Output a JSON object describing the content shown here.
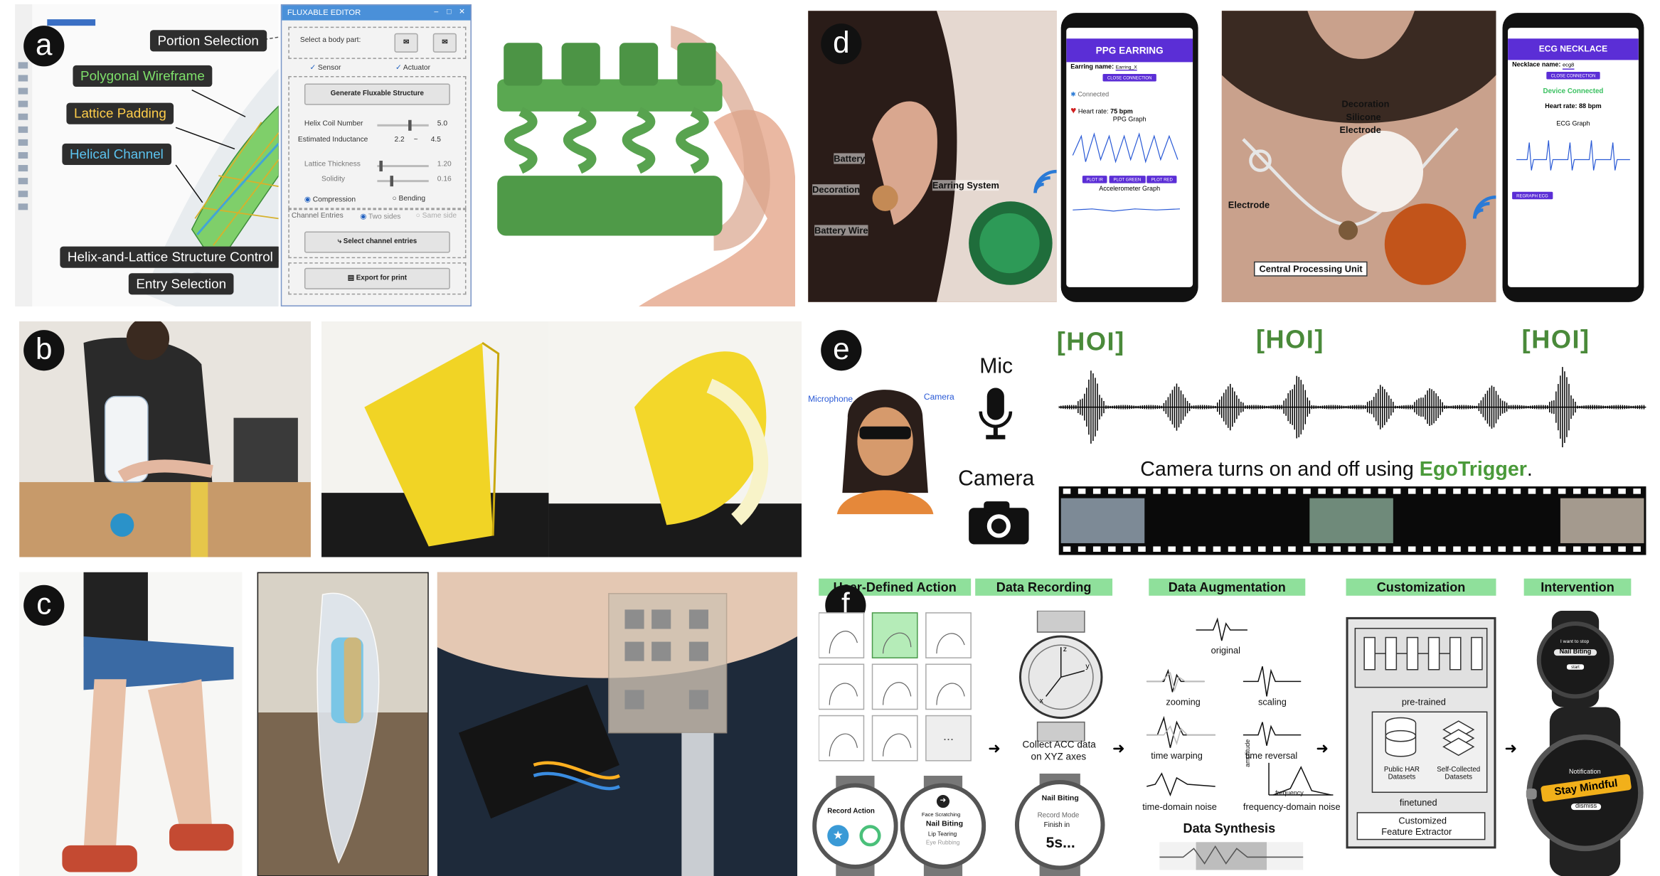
{
  "panels": {
    "a": {
      "badge": "a",
      "tags": {
        "portion": "Portion Selection",
        "wireframe": "Polygonal Wireframe",
        "lattice": "Lattice Padding",
        "helical": "Helical Channel",
        "helix_lattice": "Helix-and-Lattice Structure Control",
        "entry": "Entry Selection"
      },
      "editor": {
        "title": "FLUXABLE EDITOR",
        "select_body": "Select a body part:",
        "sensor": "Sensor",
        "actuator": "Actuator",
        "generate": "Generate Fluxable Structure",
        "coil_label": "Helix Coil Number",
        "coil_value": "5.0",
        "inductance_label": "Estimated Inductance",
        "inductance_low": "2.2",
        "inductance_sep": "~",
        "inductance_high": "4.5",
        "thickness_label": "Lattice Thickness",
        "thickness_value": "1.20",
        "solidity_label": "Solidity",
        "solidity_value": "0.16",
        "compression": "Compression",
        "bending": "Bending",
        "channel_entries": "Channel Entries",
        "two_sides": "Two sides",
        "same_side": "Same side",
        "select_channel": "Select channel entries",
        "export": "Export for print"
      }
    },
    "b": {
      "badge": "b"
    },
    "c": {
      "badge": "c"
    },
    "d": {
      "badge": "d",
      "labels": {
        "battery": "Battery",
        "decoration": "Decoration",
        "battery_wire": "Battery Wire",
        "earring_system": "Earring System",
        "decoration2": "Decoration",
        "silicone": "Silicone",
        "electrode": "Electrode",
        "electrode2": "Electrode",
        "cpu": "Central Processing Unit"
      },
      "phone1": {
        "header": "PPG EARRING",
        "name_label": "Earring name:",
        "name_value": "Earring_X",
        "close": "CLOSE CONNECTION",
        "connected": "Connected",
        "heart_label": "Heart rate:",
        "heart_value": "75 bpm",
        "ppg_graph": "PPG Graph",
        "btn1": "PLOT IR",
        "btn2": "PLOT GREEN",
        "btn3": "PLOT RED",
        "acc_graph": "Accelerometer Graph"
      },
      "phone2": {
        "header": "ECG NECKLACE",
        "name_label": "Necklace name:",
        "name_value": "ecg8",
        "close": "CLOSE CONNECTION",
        "connected": "Device Connected",
        "heart": "Heart rate: 88 bpm",
        "ecg_graph": "ECG Graph",
        "btn": "REGRAPH ECG"
      }
    },
    "e": {
      "badge": "e",
      "microphone": "Microphone",
      "camera_small": "Camera",
      "mic": "Mic",
      "camera": "Camera",
      "hoi": [
        "[HOI]",
        "[HOI]",
        "[HOI]"
      ],
      "caption_pre": "Camera turns on and off using ",
      "caption_brand": "EgoTrigger",
      "caption_post": "."
    },
    "f": {
      "badge": "f",
      "headers": {
        "action": "User-Defined Action",
        "recording": "Data Recording",
        "augmentation": "Data Augmentation",
        "customization": "Customization",
        "intervention": "Intervention"
      },
      "more": "...",
      "watch_record": "Record Action",
      "watch_menu": [
        "Face Scratching",
        "Nail Biting",
        "Lip Tearing",
        "Eye Rubbing"
      ],
      "collect_line1": "Collect ACC data",
      "collect_line2": "on XYZ axes",
      "rec_title": "Nail Biting",
      "rec_mode": "Record Mode",
      "rec_finish": "Finish in",
      "rec_count": "5s...",
      "aug": {
        "original": "original",
        "zooming": "zooming",
        "scaling": "scaling",
        "warping": "time warping",
        "reversal": "time reversal",
        "td_noise": "time-domain noise",
        "fd_noise": "frequency-domain noise",
        "amplitude": "amplitude",
        "frequency": "frequency",
        "synthesis": "Data Synthesis"
      },
      "cust": {
        "pretrained": "pre-trained",
        "public": "Public HAR Datasets",
        "self": "Self-Collected Datasets",
        "finetuned": "finetuned",
        "extractor_line1": "Customized",
        "extractor_line2": "Feature Extractor"
      },
      "watch1": {
        "title": "I want to stop",
        "label": "Nail Biting",
        "btn": "start"
      },
      "watch2": {
        "title": "Notification",
        "msg": "Stay Mindful",
        "btn": "dismiss"
      }
    }
  }
}
